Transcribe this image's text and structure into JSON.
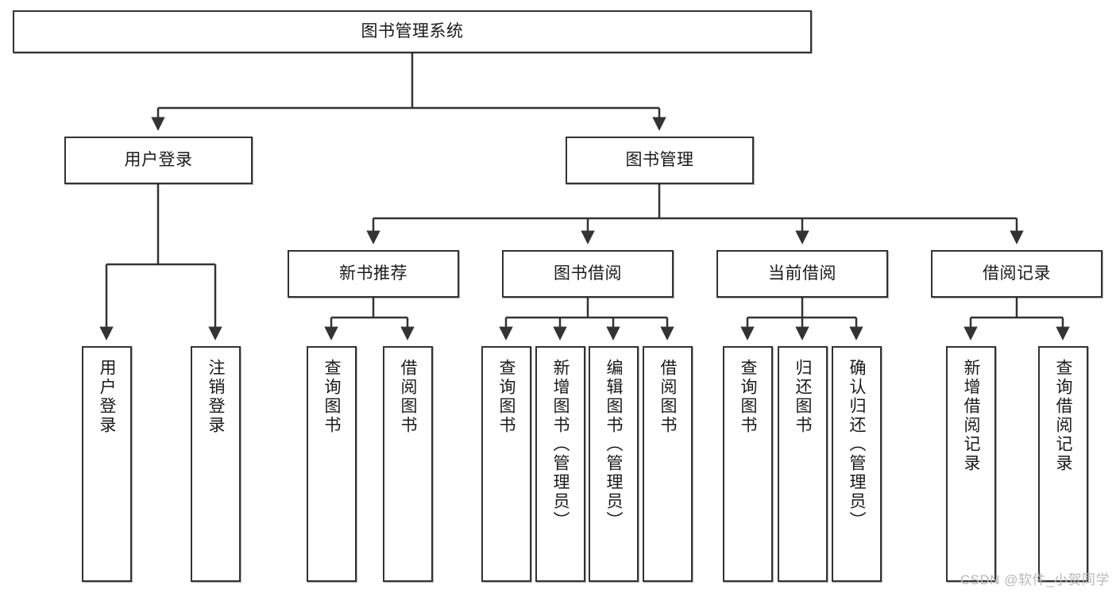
{
  "diagram": {
    "type": "tree-hierarchy-chart",
    "title": "图书管理系统",
    "levels": {
      "root": {
        "label": "图书管理系统"
      },
      "level2": [
        {
          "label": "用户登录"
        },
        {
          "label": "图书管理"
        }
      ],
      "level3": [
        {
          "label": "新书推荐"
        },
        {
          "label": "图书借阅"
        },
        {
          "label": "当前借阅"
        },
        {
          "label": "借阅记录"
        }
      ],
      "leaves": [
        {
          "label": "用户登录",
          "parent": "用户登录"
        },
        {
          "label": "注销登录",
          "parent": "用户登录"
        },
        {
          "label": "查询图书",
          "parent": "新书推荐"
        },
        {
          "label": "借阅图书",
          "parent": "新书推荐"
        },
        {
          "label": "查询图书",
          "parent": "图书借阅"
        },
        {
          "label": "新增图书（管理员）",
          "parent": "图书借阅"
        },
        {
          "label": "编辑图书（管理员）",
          "parent": "图书借阅"
        },
        {
          "label": "借阅图书",
          "parent": "图书借阅"
        },
        {
          "label": "查询图书",
          "parent": "当前借阅"
        },
        {
          "label": "归还图书",
          "parent": "当前借阅"
        },
        {
          "label": "确认归还（管理员）",
          "parent": "当前借阅"
        },
        {
          "label": "新增借阅记录",
          "parent": "借阅记录"
        },
        {
          "label": "查询借阅记录",
          "parent": "借阅记录"
        }
      ]
    },
    "colors": {
      "stroke": "#333333",
      "background": "#ffffff",
      "text": "#1a1a1a",
      "watermark": "#b8b8b8"
    }
  },
  "watermark": {
    "text": "CSDN @软件_小贺同学"
  }
}
